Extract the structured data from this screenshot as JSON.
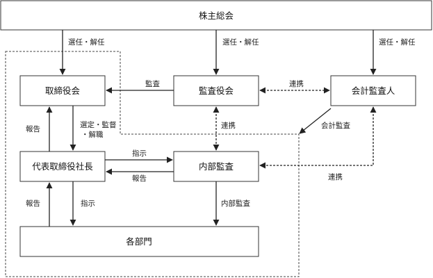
{
  "nodes": {
    "shareholders": "株主総会",
    "board": "取締役会",
    "auditors": "監査役会",
    "accounting_auditor": "会計監査人",
    "president": "代表取締役社長",
    "internal_audit": "内部監査",
    "departments": "各部門"
  },
  "edges": {
    "elect_dismiss_board": "選任・解任",
    "elect_dismiss_auditors": "選任・解任",
    "elect_dismiss_accounting": "選任・解任",
    "audit_board": "監査",
    "coop_auditors_accounting": "連携",
    "report_president_board": "報告",
    "select_supervise_dismiss_1": "選定・監督",
    "select_supervise_dismiss_2": "・解職",
    "coop_auditors_internal": "連携",
    "accounting_audit": "会計監査",
    "instruct_internal": "指示",
    "report_internal": "報告",
    "coop_internal_accounting": "連携",
    "report_departments": "報告",
    "instruct_departments": "指示",
    "internal_audit_departments": "内部監査"
  }
}
